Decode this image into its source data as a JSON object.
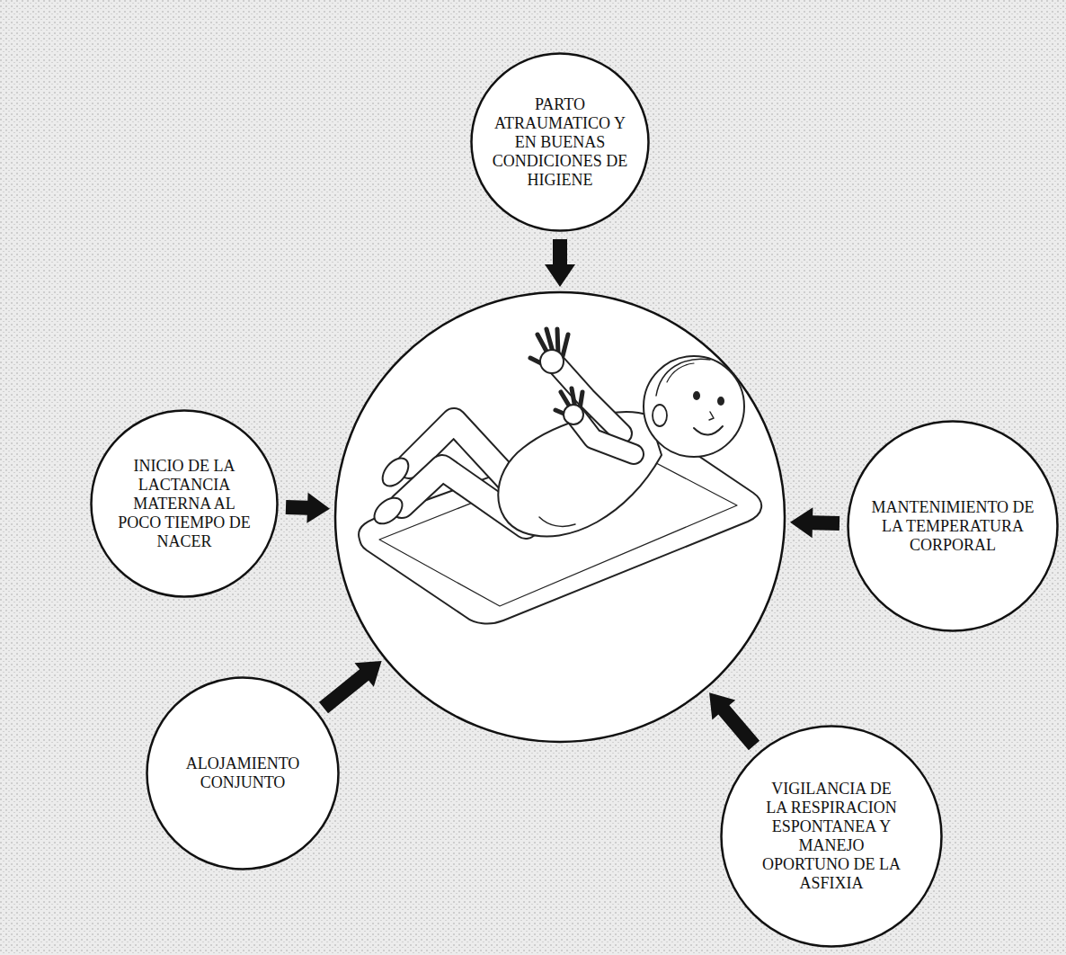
{
  "diagram": {
    "nodes": [
      {
        "text": [
          "PARTO ATRAUMATICO Y EN BUENAS CONDICIONES DE HIGIENE"
        ]
      },
      {
        "text": [
          "INICIO DE LA LACTANCIA MATERNA AL POCO TIEMPO DE NACER"
        ]
      },
      {
        "text": [
          "MANTENIMIENTO DE LA TEMPERATURA CORPORAL"
        ]
      },
      {
        "text": [
          "ALOJAMIENTO CONJUNTO"
        ]
      },
      {
        "text": [
          "VIGILANCIA DE LA RESPIRACION ESPONTANEA Y MANEJO OPORTUNO DE LA ASFIXIA"
        ]
      }
    ]
  }
}
